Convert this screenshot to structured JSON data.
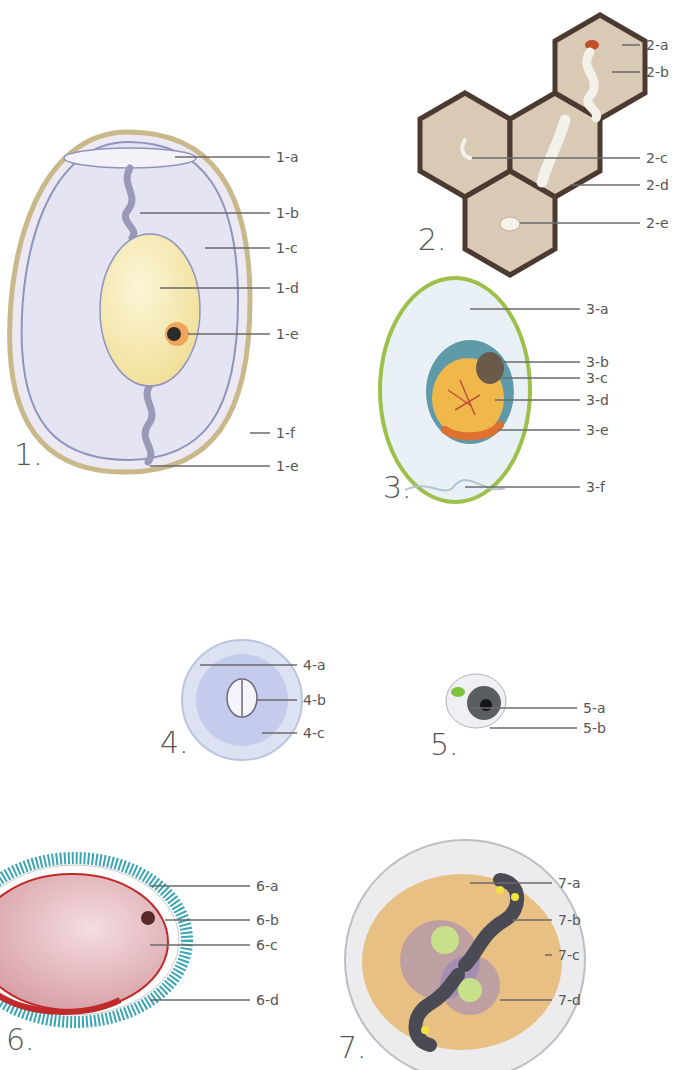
{
  "diagram": {
    "labels": [
      "1-a",
      "1-b",
      "1-c",
      "1-d",
      "1-e",
      "1-f",
      "1-e",
      "1.",
      "2-a",
      "2-b",
      "2-c",
      "2-d",
      "2-e",
      "2.",
      "3-a",
      "3-b",
      "3-c",
      "3-d",
      "3-e",
      "3-f",
      "3.",
      "4-a",
      "4-b",
      "4-c",
      "4.",
      "5-a",
      "5-b",
      "5.",
      "6-a",
      "6-b",
      "6-c",
      "6-d",
      "6.",
      "7-a",
      "7-b",
      "7-c",
      "7-d",
      "7."
    ]
  }
}
